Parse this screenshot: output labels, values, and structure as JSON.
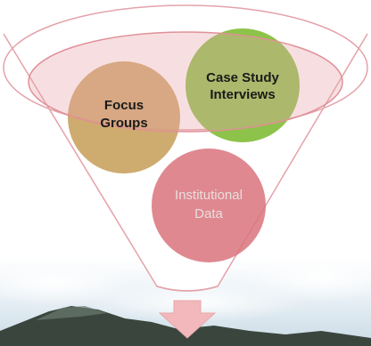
{
  "diagram": {
    "circles": [
      {
        "id": "focus-groups",
        "lines": [
          "Focus",
          "Groups"
        ],
        "color": "#c9a25f"
      },
      {
        "id": "case-study-interviews",
        "lines": [
          "Case Study",
          "Interviews"
        ],
        "color": "#8dc34a"
      },
      {
        "id": "institutional-data",
        "lines": [
          "Institutional",
          "Data"
        ],
        "color": "#d9737c"
      }
    ],
    "colors": {
      "funnel_rim": "#e4a2aa",
      "funnel_fill": "#f2c9cc",
      "arrow": "#f2b8bb",
      "sky": "#dce9f1",
      "mountain": "#2f3a33"
    }
  }
}
